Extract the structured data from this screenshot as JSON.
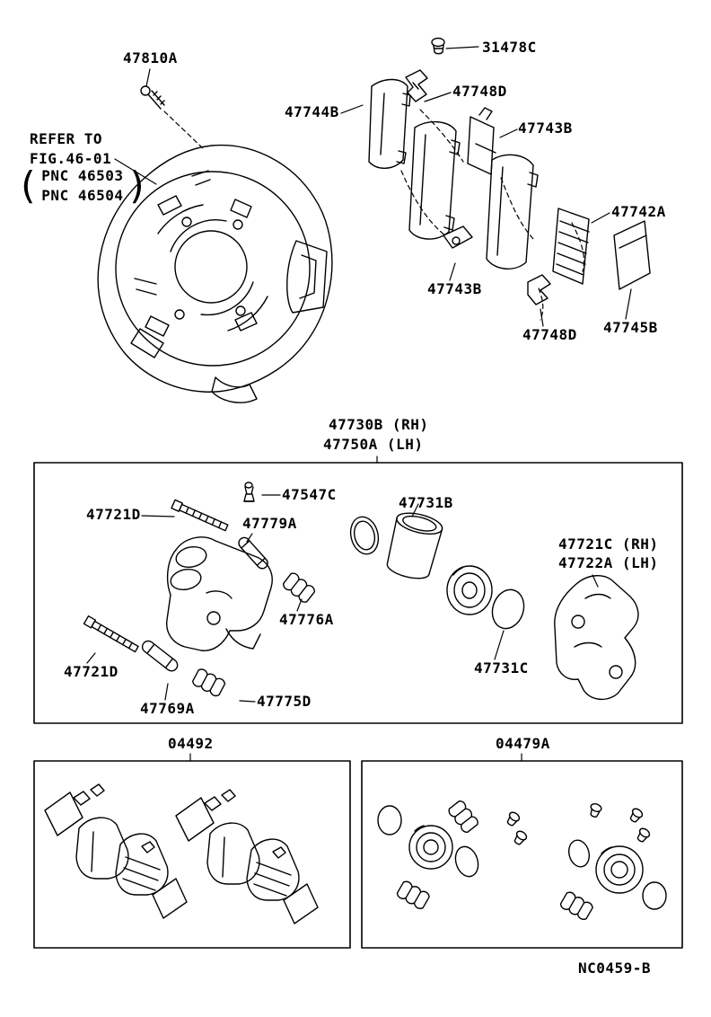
{
  "refer_note": {
    "line1": "REFER TO",
    "line2": "FIG.46-01",
    "paren_open": "(",
    "paren_close": ")",
    "pnc1": "PNC 46503",
    "pnc2": "PNC 46504"
  },
  "assembly": {
    "header_rh": "47730B (RH)",
    "header_lh": "47750A (LH)"
  },
  "parts": {
    "bolt_31478c": "31478C",
    "bolt_47810a": "47810A",
    "pad_47744b": "47744B",
    "clip_47748d_top": "47748D",
    "shim_47743b_top": "47743B",
    "pad_47742a": "47742A",
    "shim_47743b_bottom": "47743B",
    "clip_47748d_bottom": "47748D",
    "shim_47745b": "47745B",
    "bleeder_47547c": "47547C",
    "bolt_47721d_top": "47721D",
    "pin_47779a": "47779A",
    "piston_47731b": "47731B",
    "boot_47776a": "47776A",
    "bolt_47721d_bottom": "47721D",
    "boot_47731c": "47731C",
    "bush_47769a": "47769A",
    "boot_47775d": "47775D",
    "plate_47721c_rh": "47721C (RH)",
    "plate_47722a_lh": "47722A (LH)"
  },
  "kits": {
    "pad_kit": "04492",
    "seal_kit": "04479A"
  },
  "drawing_number": "NC0459-B"
}
